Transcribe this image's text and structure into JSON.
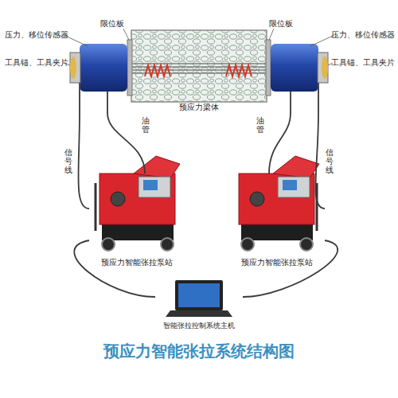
{
  "diagram": {
    "title": "预应力智能张拉系统结构图",
    "nodes": [
      {
        "text": [
          "预应力梁体"
        ]
      },
      {
        "text": [
          "预应力智能张拉泵站"
        ]
      },
      {
        "text": [
          "预应力智能张拉泵站"
        ]
      },
      {
        "text": [
          "智能张拉控制系统主机"
        ]
      }
    ],
    "edges": [
      {
        "from": 0,
        "to": 1,
        "label": "油管",
        "arrow": "none"
      },
      {
        "from": 0,
        "to": 1,
        "label": "信号线",
        "arrow": "none"
      },
      {
        "from": 0,
        "to": 2,
        "label": "油管",
        "arrow": "none"
      },
      {
        "from": 0,
        "to": 2,
        "label": "信号线",
        "arrow": "none"
      },
      {
        "from": 1,
        "to": 3,
        "arrow": "none"
      },
      {
        "from": 2,
        "to": 3,
        "arrow": "none"
      }
    ],
    "labels": [
      "压力、移位传感器",
      "工具锚、工具夹片",
      "限位板",
      "限位板",
      "压力、移位传感器",
      "工具锚、工具夹片"
    ]
  }
}
